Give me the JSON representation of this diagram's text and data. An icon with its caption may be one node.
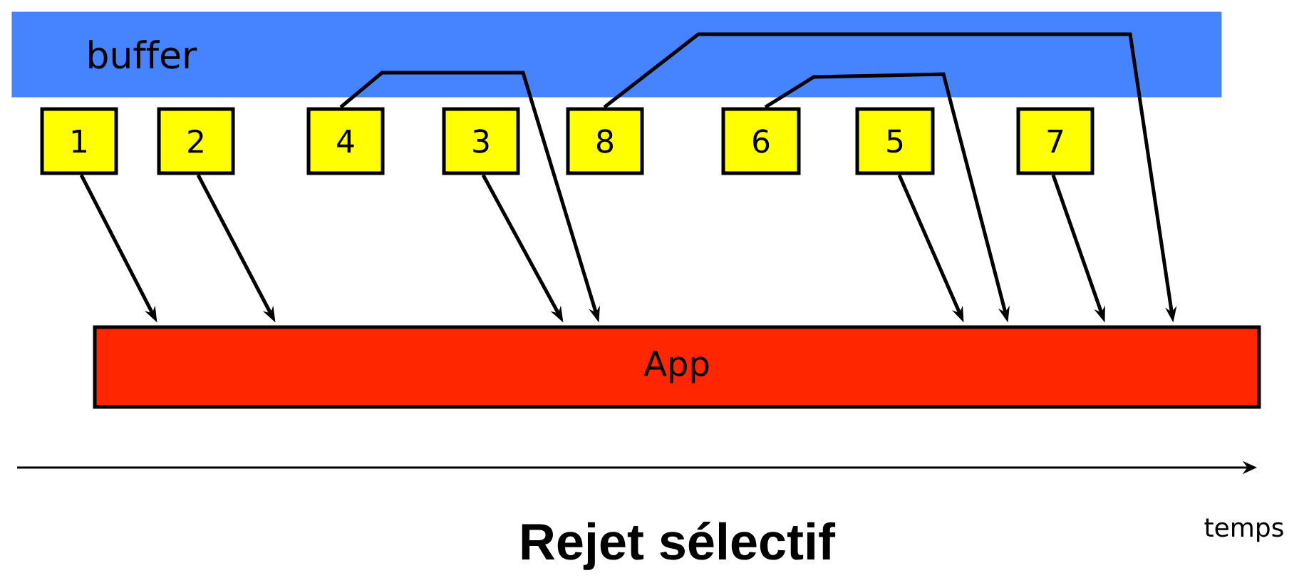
{
  "diagram": {
    "title": "Rejet sélectif",
    "nodes": [
      {
        "text": [
          "1"
        ]
      },
      {
        "text": [
          "2"
        ]
      },
      {
        "text": [
          "4"
        ]
      },
      {
        "text": [
          "3"
        ]
      },
      {
        "text": [
          "8"
        ]
      },
      {
        "text": [
          "6"
        ]
      },
      {
        "text": [
          "5"
        ]
      },
      {
        "text": [
          "7"
        ]
      },
      {
        "text": [
          "App"
        ]
      }
    ],
    "edges": [
      {
        "from": 0,
        "to": 8,
        "arrow": "to"
      },
      {
        "from": 1,
        "to": 8,
        "arrow": "to"
      },
      {
        "from": 2,
        "to": 8,
        "arrow": "to"
      },
      {
        "from": 3,
        "to": 8,
        "arrow": "to"
      },
      {
        "from": 4,
        "to": 8,
        "arrow": "to"
      },
      {
        "from": 5,
        "to": 8,
        "arrow": "to"
      },
      {
        "from": 6,
        "to": 8,
        "arrow": "to"
      },
      {
        "from": 7,
        "to": 8,
        "arrow": "to"
      }
    ],
    "labels": [
      "buffer",
      "temps"
    ]
  }
}
